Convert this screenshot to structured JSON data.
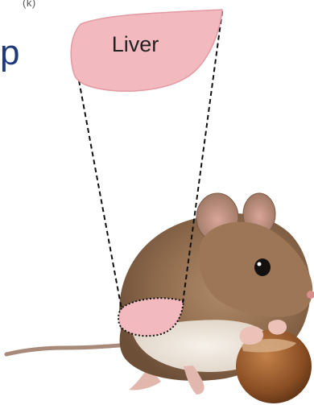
{
  "header": {
    "corner_label": "(k)",
    "partial_title": "p"
  },
  "diagram": {
    "organ_label": "Liver",
    "organ_color": "#f2b9bf",
    "organ_edge_color": "#e39aa3",
    "connector_style": "dashed",
    "connector_color": "#111111"
  },
  "icons": {
    "subject": "mouse-illustration"
  }
}
